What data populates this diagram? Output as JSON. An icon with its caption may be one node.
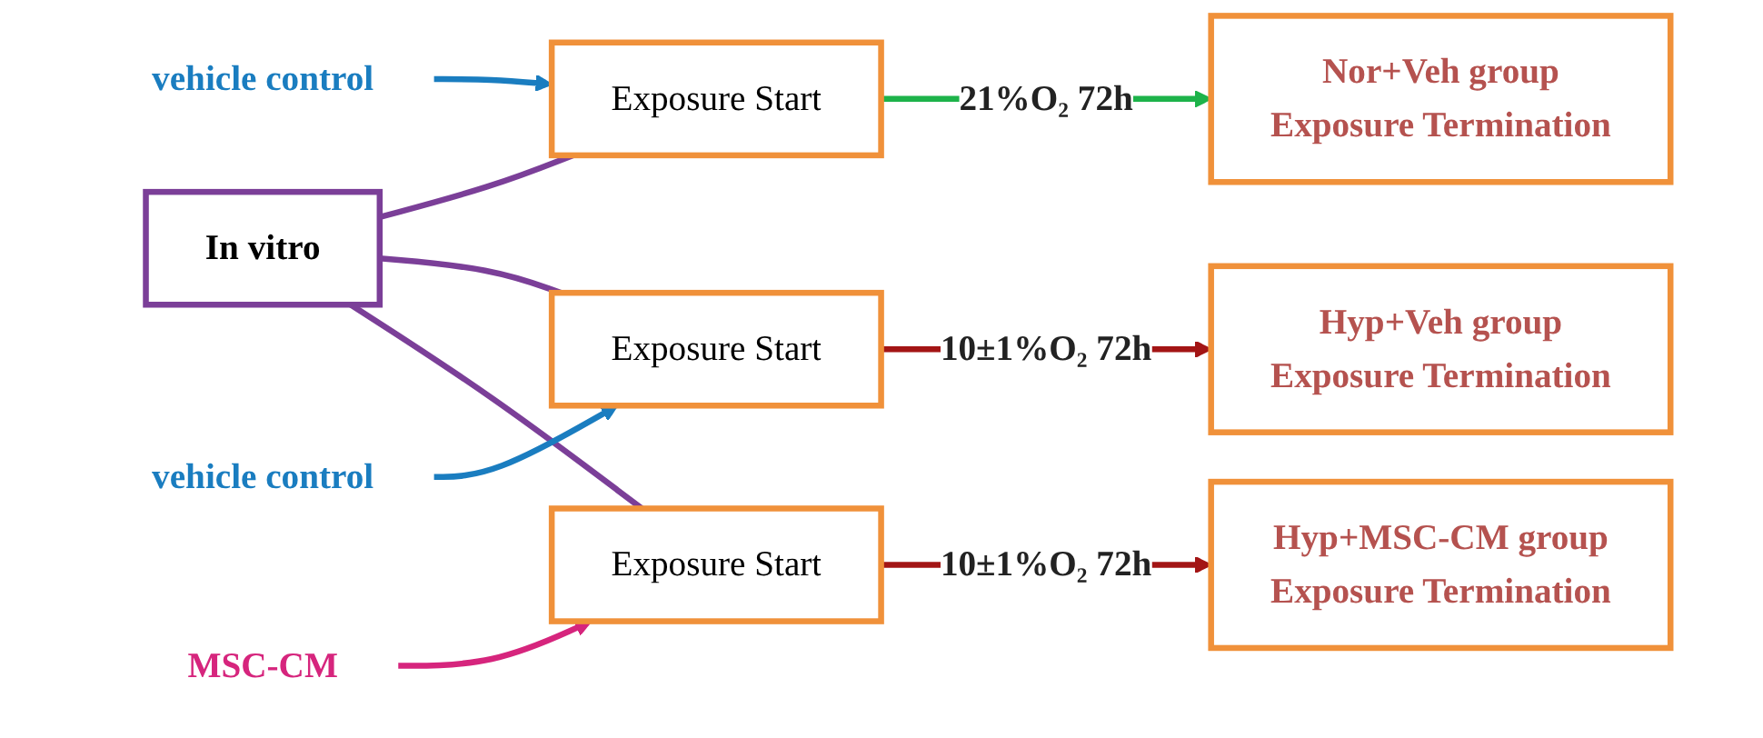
{
  "diagram": {
    "nodes": [
      {
        "text": [
          "In vitro"
        ]
      },
      {
        "text": [
          "vehicle control"
        ]
      },
      {
        "text": [
          "Exposure Start"
        ]
      },
      {
        "text": [
          "Nor+Veh group",
          "Exposure Termination"
        ]
      },
      {
        "text": [
          "vehicle control"
        ]
      },
      {
        "text": [
          "Exposure Start"
        ]
      },
      {
        "text": [
          "Hyp+Veh group",
          "Exposure Termination"
        ]
      },
      {
        "text": [
          "MSC-CM"
        ]
      },
      {
        "text": [
          "Exposure Start"
        ]
      },
      {
        "text": [
          "Hyp+MSC-CM group",
          "Exposure Termination"
        ]
      }
    ],
    "edges": [
      {
        "from": 0,
        "to": 2,
        "arrow": "none",
        "color": "#7b3f98"
      },
      {
        "from": 0,
        "to": 5,
        "arrow": "none",
        "color": "#7b3f98"
      },
      {
        "from": 0,
        "to": 8,
        "arrow": "none",
        "color": "#7b3f98"
      },
      {
        "from": 1,
        "to": 2,
        "arrow": "to",
        "color": "#1a7dc0"
      },
      {
        "from": 2,
        "to": 3,
        "arrow": "to",
        "label": "21%O₂ 72h",
        "color": "#1db34a"
      },
      {
        "from": 4,
        "to": 5,
        "arrow": "to",
        "color": "#1a7dc0"
      },
      {
        "from": 5,
        "to": 6,
        "arrow": "to",
        "label": "10±1%O₂ 72h",
        "color": "#a31515"
      },
      {
        "from": 7,
        "to": 8,
        "arrow": "to",
        "color": "#d6257d"
      },
      {
        "from": 8,
        "to": 9,
        "arrow": "to",
        "label": "10±1%O₂ 72h",
        "color": "#a31515"
      }
    ]
  }
}
